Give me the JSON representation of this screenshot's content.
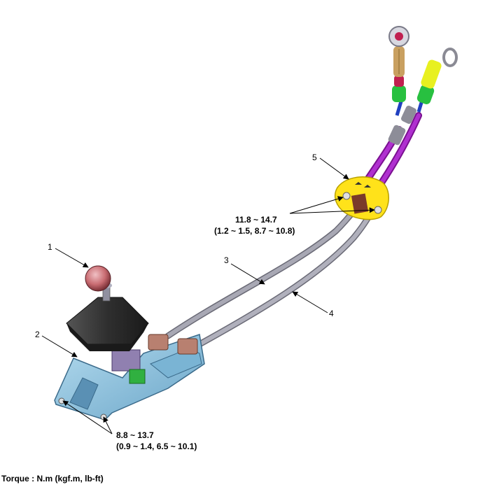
{
  "callouts": [
    {
      "id": "1",
      "label": "1"
    },
    {
      "id": "2",
      "label": "2"
    },
    {
      "id": "3",
      "label": "3"
    },
    {
      "id": "4",
      "label": "4"
    },
    {
      "id": "5",
      "label": "5"
    }
  ],
  "torques": {
    "bracket": {
      "nm": "11.8 ~ 14.7",
      "alt": "(1.2 ~ 1.5, 8.7 ~ 10.8)"
    },
    "base": {
      "nm": "8.8 ~ 13.7",
      "alt": "(0.9 ~ 1.4, 6.5 ~ 10.1)"
    }
  },
  "footer": {
    "torque_units": "Torque : N.m (kgf.m, lb-ft)"
  },
  "colors": {
    "base": "#8fc3df",
    "boot": "#3a3a3a",
    "knob": "#c96c72",
    "cable": "#9a9aa6",
    "conduit": "#a020c0",
    "bracket": "#ffe21a",
    "end_green": "#28c040",
    "end_yellow": "#e8f020",
    "end_tan": "#c9a060"
  }
}
